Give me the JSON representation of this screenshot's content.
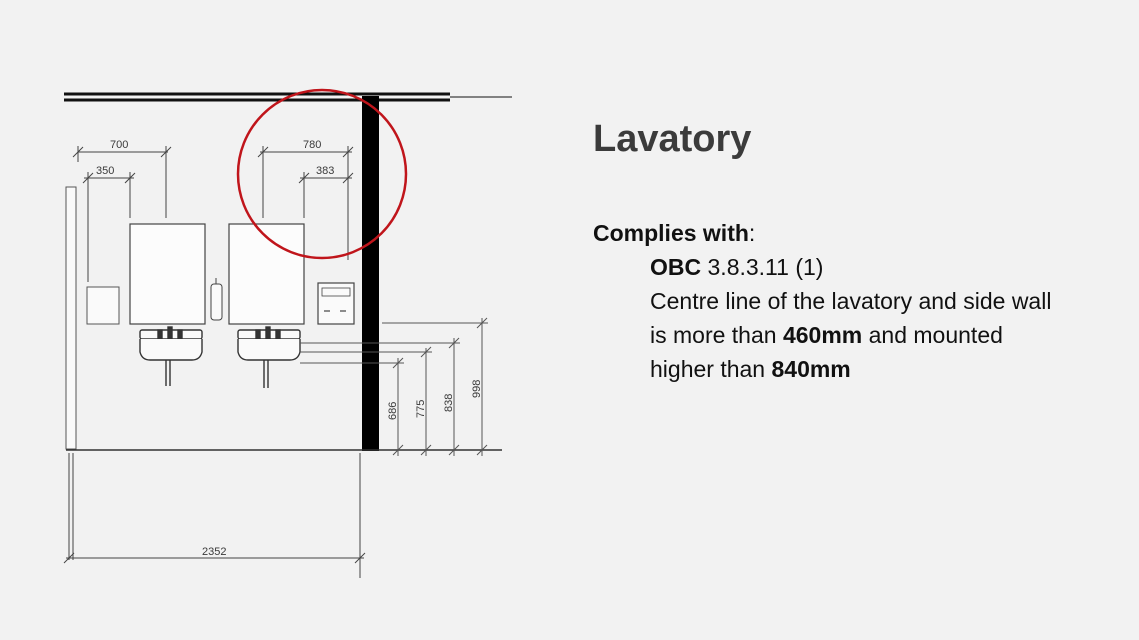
{
  "slide": {
    "title": "Lavatory",
    "complies_label": "Complies with",
    "complies_colon": ":",
    "code_name": "OBC",
    "code_ref": " 3.8.3.11 (1)",
    "desc_part1": "Centre line of the lavatory and side wall is more than ",
    "desc_bold1": "460mm",
    "desc_part2": " and mounted higher than ",
    "desc_bold2": "840mm"
  },
  "drawing": {
    "dim_700": "700",
    "dim_350": "350",
    "dim_780": "780",
    "dim_383": "383",
    "dim_686": "686",
    "dim_775": "775",
    "dim_838": "838",
    "dim_998": "998",
    "dim_2352": "2352",
    "highlight_color": "#c0151b"
  }
}
